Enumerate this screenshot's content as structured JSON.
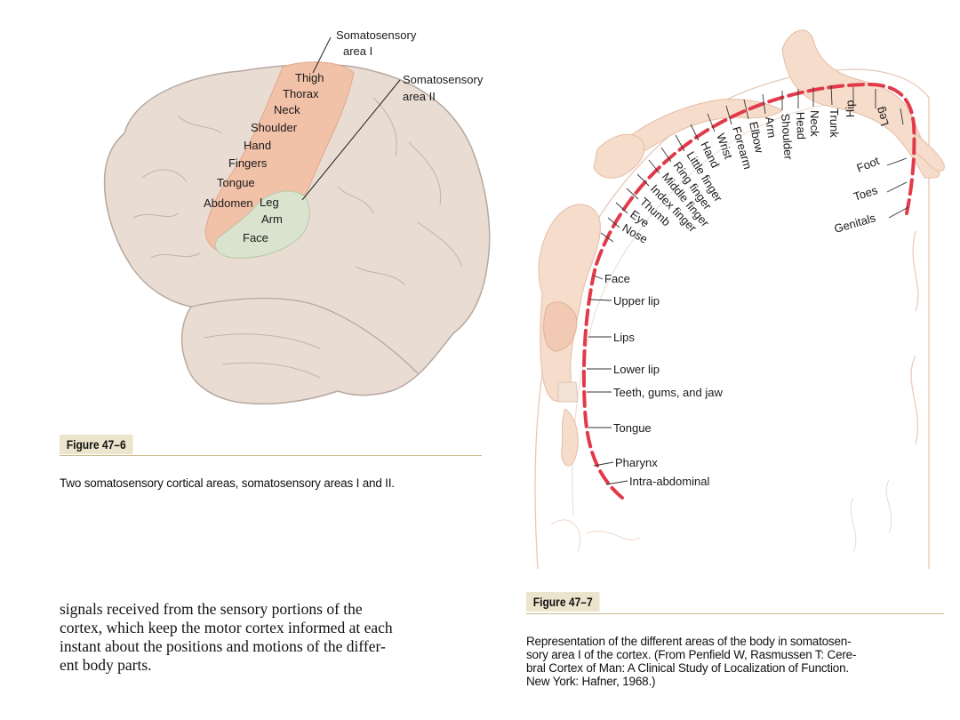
{
  "figure1": {
    "tag": "Figure 47–6",
    "caption": "Two somatosensory cortical areas, somatosensory areas I and II.",
    "area1_label_line1": "Somatosensory",
    "area1_label_line2": "area I",
    "area2_label_line1": "Somatosensory",
    "area2_label_line2": "area II",
    "area1_parts": [
      "Thigh",
      "Thorax",
      "Neck",
      "Shoulder",
      "Hand",
      "Fingers",
      "Tongue",
      "Abdomen"
    ],
    "area2_parts": [
      "Leg",
      "Arm",
      "Face"
    ]
  },
  "figure2": {
    "tag": "Figure 47–7",
    "caption_lines": [
      "Representation of the different areas of the body in somatosen-",
      "sory area I of the cortex. (From Penfield W, Rasmussen T: Cere-",
      "bral Cortex of Man: A Clinical Study of Localization of Function.",
      "New York: Hafner, 1968.)"
    ],
    "top_labels": [
      "Leg",
      "Hip",
      "Trunk",
      "Neck",
      "Head",
      "Shoulder",
      "Arm",
      "Elbow",
      "Forearm",
      "Wrist",
      "Hand",
      "Little finger",
      "Ring finger",
      "Middle finger",
      "Index finger",
      "Thumb",
      "Eye",
      "Nose"
    ],
    "right_labels": [
      "Foot",
      "Toes",
      "Genitals"
    ],
    "left_labels": [
      "Face",
      "Upper lip",
      "Lips",
      "Lower lip",
      "Teeth, gums, and jaw",
      "Tongue",
      "Pharynx",
      "Intra-abdominal"
    ]
  },
  "body_text_lines": [
    "signals received from the sensory portions of the",
    "cortex, which keep the motor cortex informed at each",
    "instant about the positions and motions of the differ-",
    "ent body parts."
  ],
  "colors": {
    "brain_fill": "#e8dcd3",
    "area1_fill": "#f1c1a8",
    "area2_fill": "#d9e3cd",
    "homunculus_fill": "#f6dccb",
    "cortex_dash": "#e23a4a",
    "figure_tag_bg": "#ece4cc"
  }
}
